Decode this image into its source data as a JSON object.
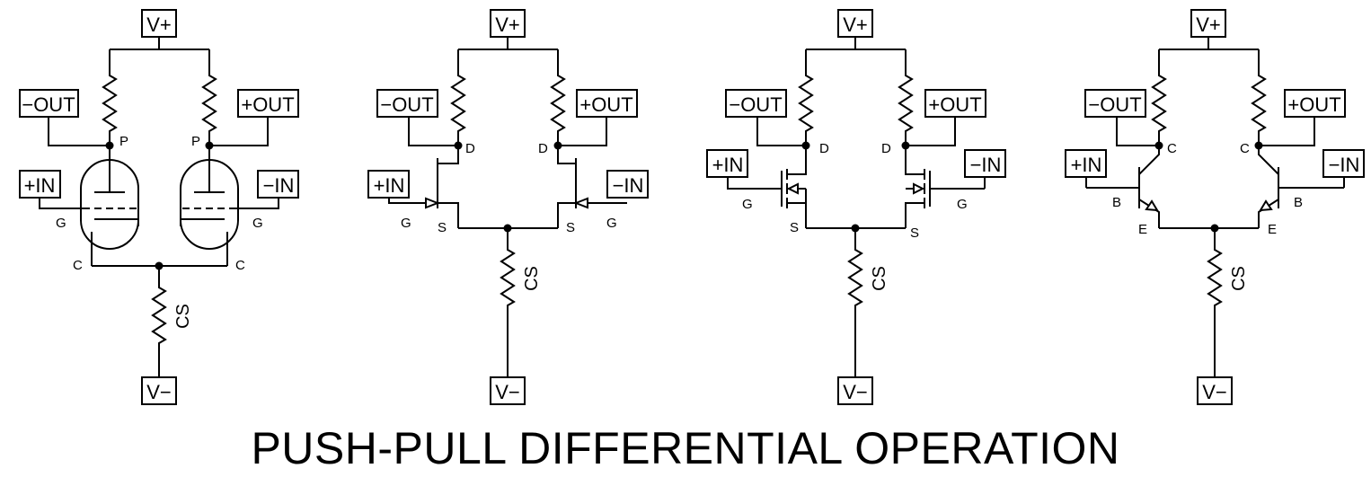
{
  "title": "PUSH-PULL DIFFERENTIAL OPERATION",
  "terminals": {
    "vplus": "V+",
    "vminus": "V−",
    "neg_out": "−OUT",
    "pos_out": "+OUT",
    "pos_in": "+IN",
    "neg_in": "−IN",
    "cs": "CS"
  },
  "circuits": [
    {
      "type": "tube",
      "upper": "P",
      "lower": "C",
      "input": "G"
    },
    {
      "type": "jfet",
      "upper": "D",
      "lower": "S",
      "input": "G"
    },
    {
      "type": "mosfet",
      "upper": "D",
      "lower": "S",
      "input": "G"
    },
    {
      "type": "bjt",
      "upper": "C",
      "lower": "E",
      "input": "B"
    }
  ]
}
